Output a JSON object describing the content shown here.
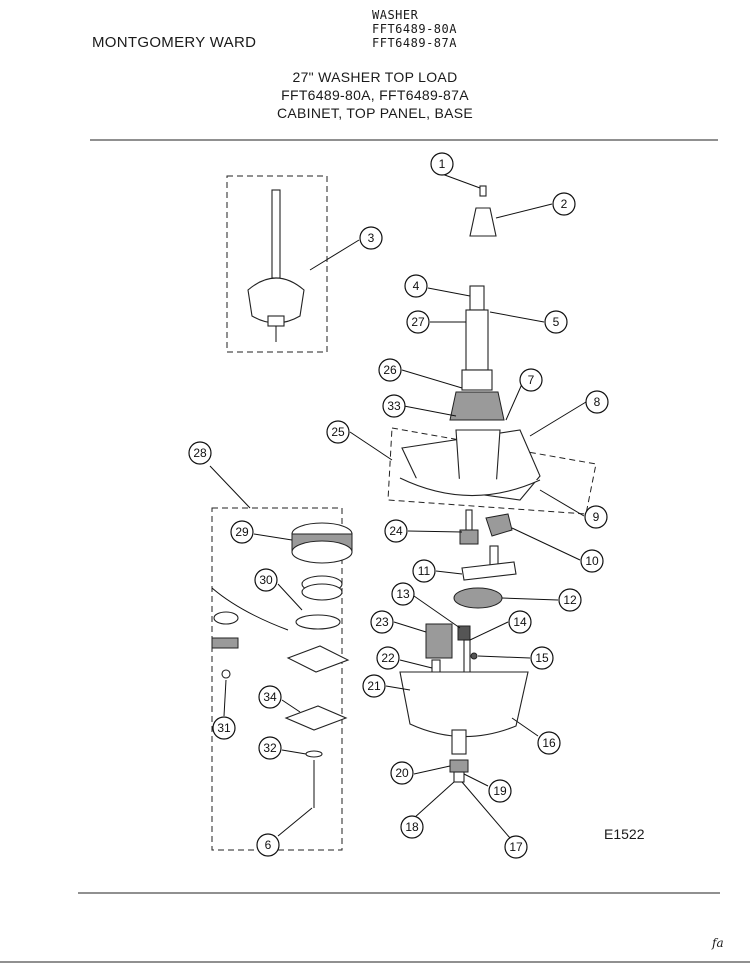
{
  "header": {
    "brand": "MONTGOMERY WARD",
    "product": "WASHER",
    "model_a": "FFT6489-80A",
    "model_b": "FFT6489-87A"
  },
  "title": {
    "line1": "27\" WASHER TOP LOAD",
    "line2": "FFT6489-80A, FFT6489-87A",
    "line3": "CABINET, TOP PANEL, BASE"
  },
  "diagram_code": "E1522",
  "initials": "fa",
  "callouts": {
    "c1": "1",
    "c2": "2",
    "c3": "3",
    "c4": "4",
    "c5": "5",
    "c6": "6",
    "c7": "7",
    "c8": "8",
    "c9": "9",
    "c10": "10",
    "c11": "11",
    "c12": "12",
    "c13": "13",
    "c14": "14",
    "c15": "15",
    "c16": "16",
    "c17": "17",
    "c18": "18",
    "c19": "19",
    "c20": "20",
    "c21": "21",
    "c22": "22",
    "c23": "23",
    "c24": "24",
    "c25": "25",
    "c26": "26",
    "c27": "27",
    "c28": "28",
    "c29": "29",
    "c30": "30",
    "c31": "31",
    "c32": "32",
    "c33": "33",
    "c34": "34"
  }
}
